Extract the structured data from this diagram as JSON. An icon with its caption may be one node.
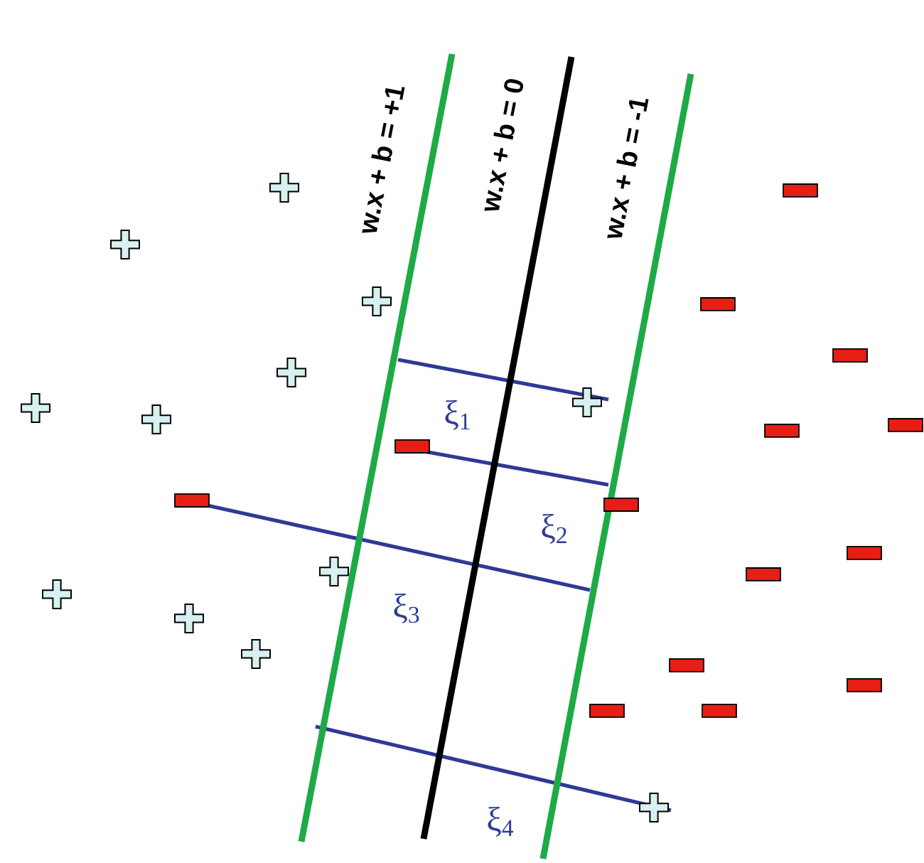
{
  "diagram": {
    "labels": [
      "w.x + b = +1",
      "w.x + b = 0",
      "w.x + b = -1",
      "ξ$_{1}$",
      "ξ$_{2}$",
      "ξ$_{3}$",
      "ξ$_{4}$"
    ]
  }
}
